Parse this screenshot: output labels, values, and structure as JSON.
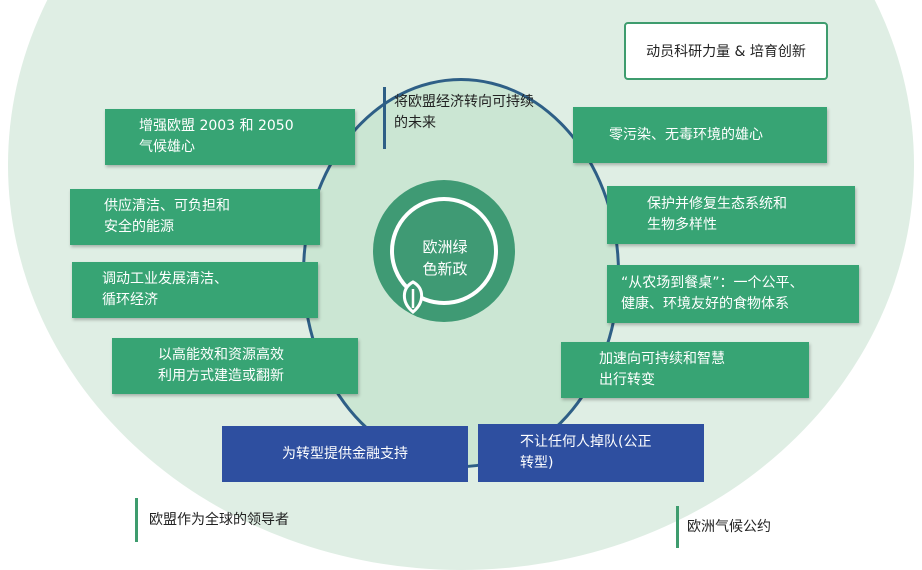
{
  "center_label": "欧洲绿色新政",
  "top_label": "将欧盟经济转向可持续\n的未来",
  "top_right_box": "动员科研力量 & 培育创新",
  "left_items": [
    "增强欧盟 2003 和 2050\n气候雄心",
    "供应清洁、可负担和\n安全的能源",
    "调动工业发展清洁、\n循环经济",
    "以高能效和资源高效\n利用方式建造或翻新"
  ],
  "right_items": [
    "零污染、无毒环境的雄心",
    "保护并修复生态系统和\n生物多样性",
    "“从农场到餐桌”：一个公平、\n健康、环境友好的食物体系",
    "加速向可持续和智慧\n出行转变"
  ],
  "bottom_blue_left": "为转型提供金融支持",
  "bottom_blue_right": "不让任何人掉队(公正\n转型)",
  "bottom_left_label": "欧盟作为全球的领导者",
  "bottom_right_label": "欧洲气候公约",
  "colors": {
    "green": "#37a474",
    "blue": "#2e4fa0",
    "accent_line": "#2e5f86"
  }
}
